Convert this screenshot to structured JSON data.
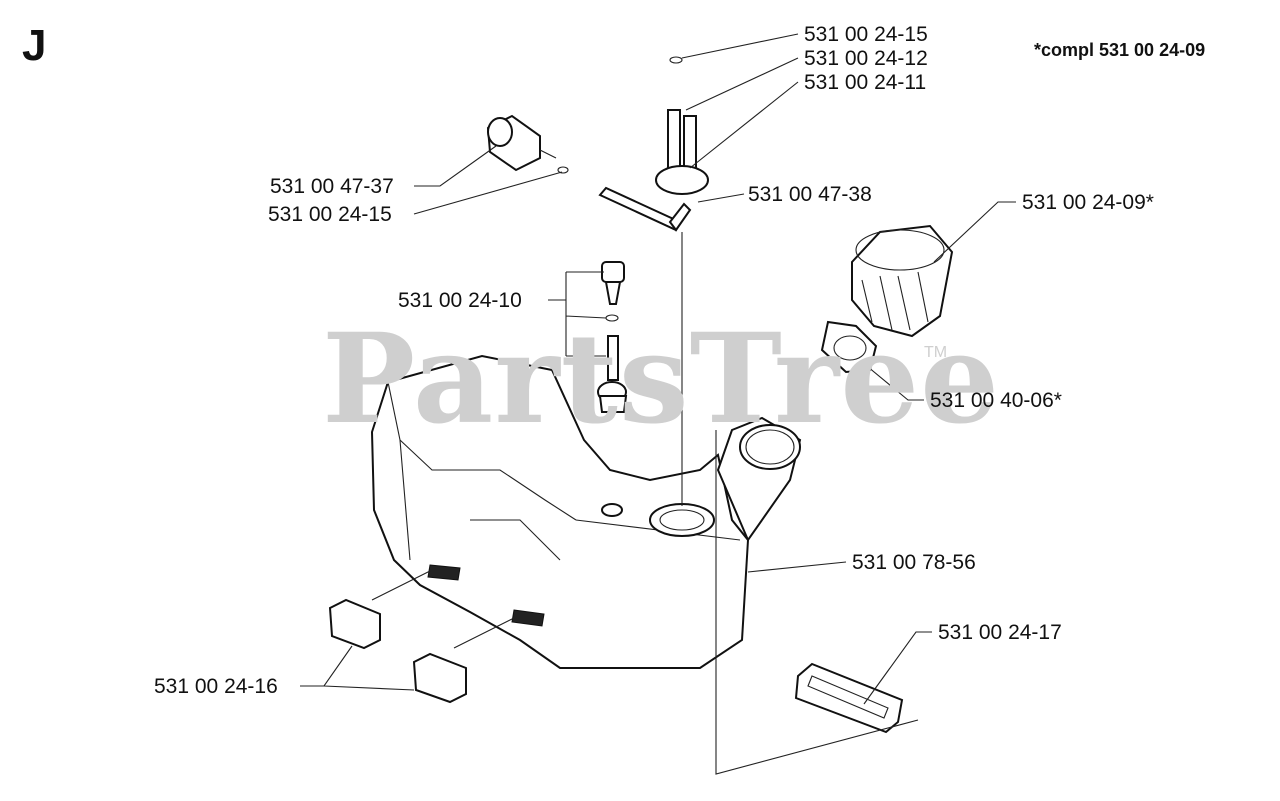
{
  "section_letter": "J",
  "compl_note": "*compl 531 00 24-09",
  "watermark": "PartsTree",
  "trademark": "TM",
  "labels": [
    "531 00 24-15",
    "531 00 24-12",
    "531 00 24-11",
    "531 00 47-37",
    "531 00 24-15",
    "531 00 47-38",
    "531 00 24-09*",
    "531 00 24-10",
    "531 00 40-06*",
    "531 00 78-56",
    "531 00 24-17",
    "531 00 24-16"
  ]
}
